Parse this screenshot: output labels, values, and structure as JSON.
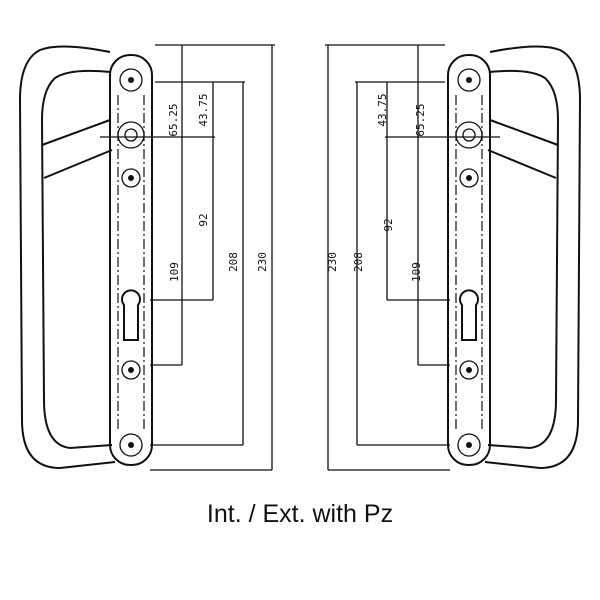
{
  "caption": "Int. / Ext. with Pz",
  "left_dimensions": {
    "d1": "65.25",
    "d2": "43.75",
    "d3": "92",
    "d4": "109",
    "d5": "208",
    "d6": "230"
  },
  "right_dimensions": {
    "d1": "65.25",
    "d2": "43.75",
    "d3": "92",
    "d4": "109",
    "d5": "208",
    "d6": "230"
  }
}
